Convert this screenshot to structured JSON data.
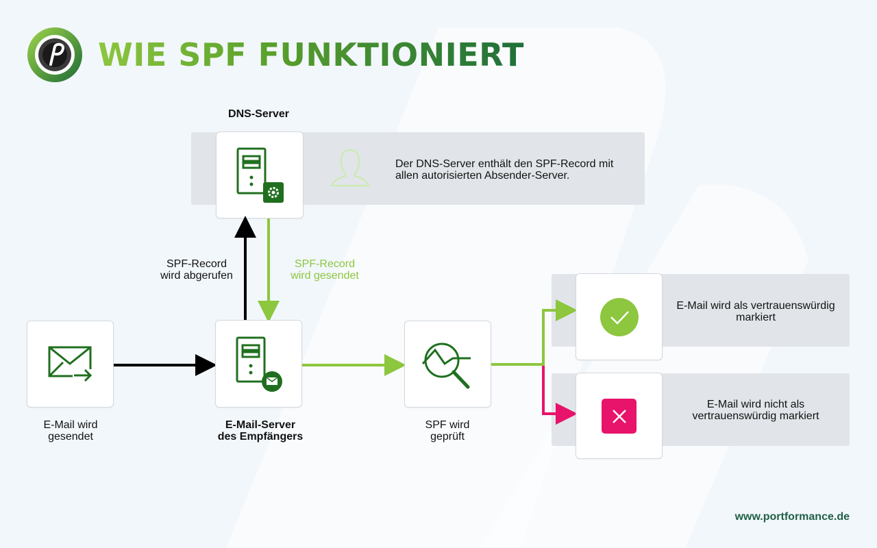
{
  "title": "WIE SPF FUNKTIONIERT",
  "footer": {
    "url": "www.portformance.de"
  },
  "dns": {
    "heading": "DNS-Server",
    "description": [
      "Der DNS-Server enthält den SPF-Record mit",
      "allen autorisierten Absender-Server."
    ]
  },
  "flow": {
    "sender": {
      "label": [
        "E-Mail wird",
        "gesendet"
      ]
    },
    "receiver": {
      "label": [
        "E-Mail-Server",
        "des Empfängers"
      ]
    },
    "check": {
      "label": [
        "SPF wird",
        "geprüft"
      ]
    },
    "request_label": [
      "SPF-Record",
      "wird abgerufen"
    ],
    "response_label": [
      "SPF-Record",
      "wird gesendet"
    ]
  },
  "results": {
    "trusted": {
      "label": [
        "E-Mail wird als vertrauenswürdig",
        "markiert"
      ]
    },
    "untrusted": {
      "label": [
        "E-Mail wird nicht als",
        "vertrauenswürdig markiert"
      ]
    }
  },
  "colors": {
    "green_light": "#8dc63f",
    "green_dark": "#1f6f1f",
    "pink": "#e8136b",
    "black": "#000000",
    "band_gray": "#e1e5e9"
  },
  "icons": {
    "logo": "portformance-logo-icon",
    "dns_server": "server-gear-icon",
    "person": "user-outline-icon",
    "send_mail": "envelope-send-icon",
    "mail_server": "server-mail-icon",
    "spf_check": "magnifier-chart-icon",
    "trusted": "checkmark-circle-icon",
    "untrusted": "x-square-icon"
  }
}
